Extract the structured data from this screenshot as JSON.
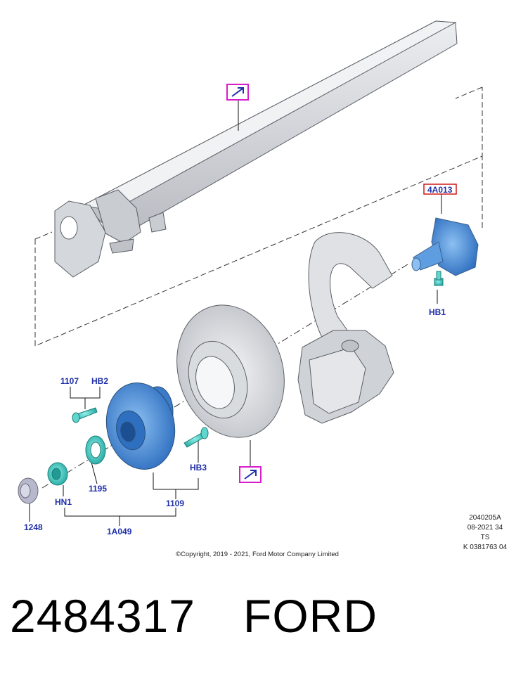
{
  "diagram": {
    "callouts": {
      "upper_ref_icon": "arrow-reference-icon",
      "lower_ref_icon": "arrow-reference-icon",
      "hub_flange": "4A013",
      "bolt_hb1": "HB1",
      "bolt_1107": "1107",
      "bolt_hb2": "HB2",
      "bolt_hb3": "HB3",
      "washer_1195": "1195",
      "nut_hn1": "HN1",
      "cap_1248": "1248",
      "hub_1109": "1109",
      "assembly_1a049": "1A049"
    },
    "colors": {
      "part_blue": "#4a8fd8",
      "part_teal": "#3ec8c0",
      "part_grey": "#d6d8dc",
      "outline": "#5a5f66",
      "callout_text": "#1f2fa8",
      "highlight_box": "#d81ecb",
      "red_box": "#d01818"
    }
  },
  "footer": {
    "copyright": "©Copyright, 2019 - 2021, Ford Motor Company Limited",
    "stamp": {
      "line1": "2040205A",
      "line2": "08-2021 34",
      "line3": "TS",
      "line4": "K 0381763 04"
    }
  },
  "caption": {
    "part_number": "2484317",
    "brand": "FORD"
  }
}
